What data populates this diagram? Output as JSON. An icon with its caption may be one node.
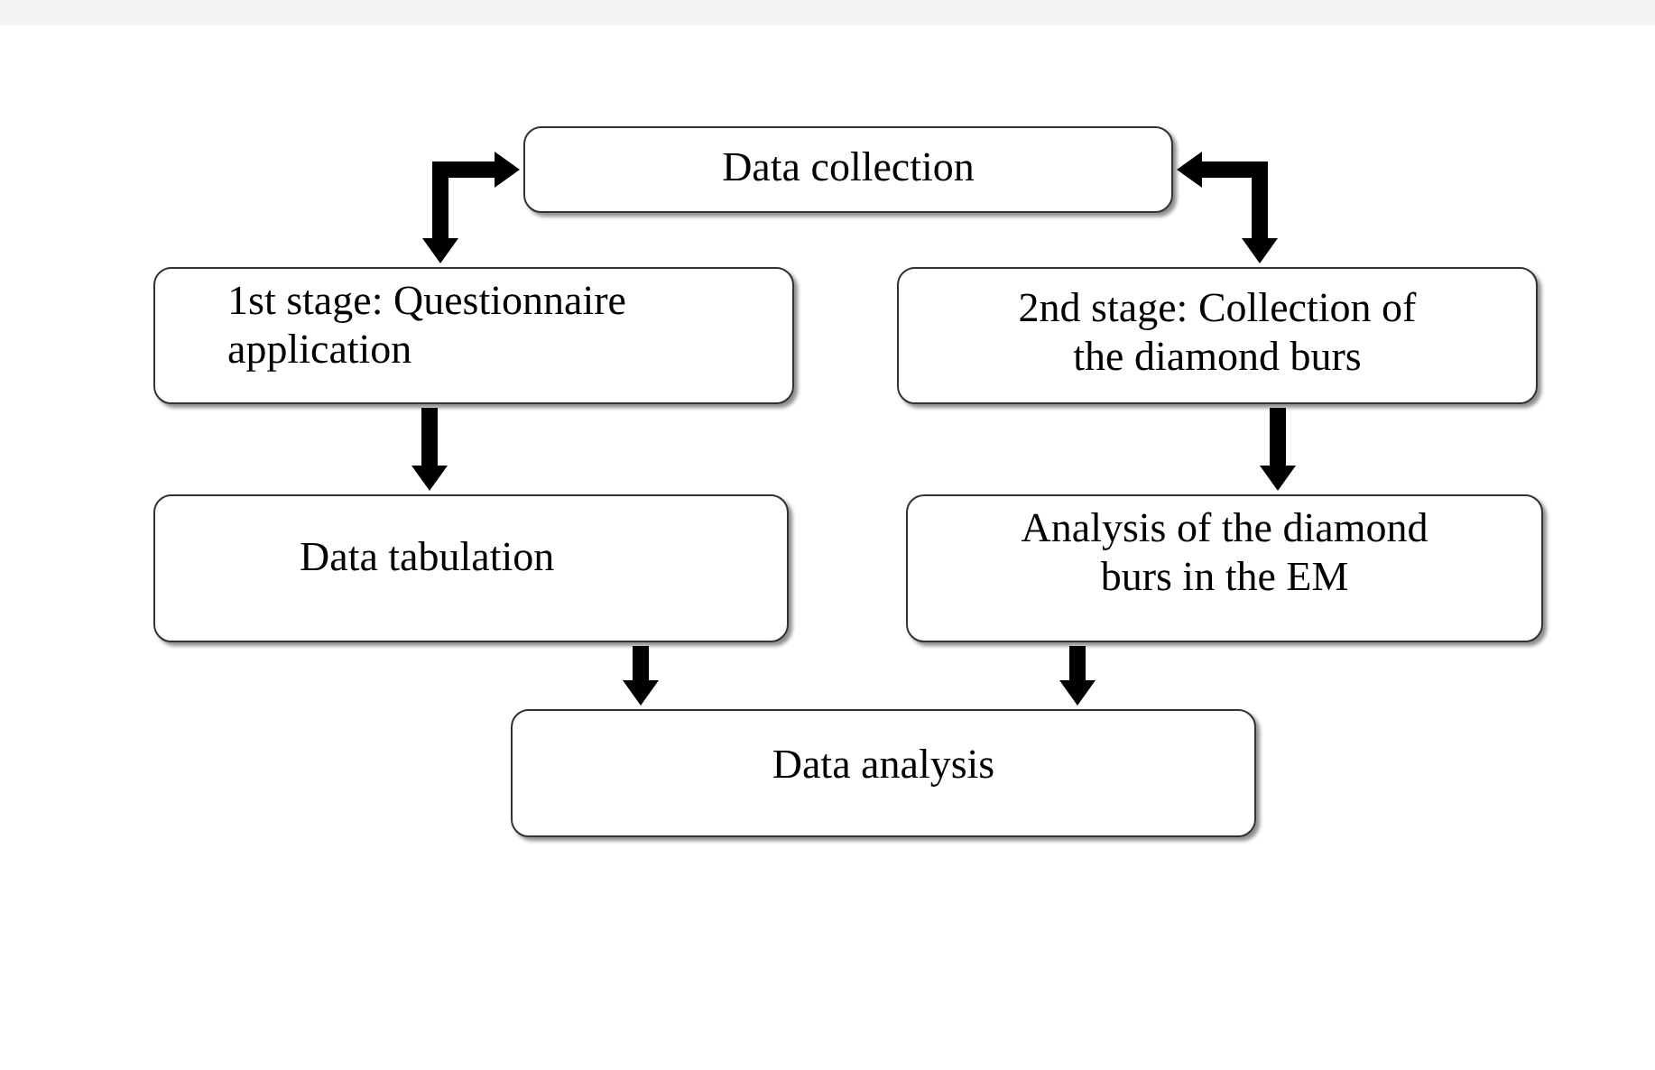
{
  "diagram": {
    "nodes": [
      {
        "text": [
          "Data collection"
        ]
      },
      {
        "text": [
          "1st stage: Questionnaire application"
        ]
      },
      {
        "text": [
          "2nd stage: Collection of the diamond burs"
        ]
      },
      {
        "text": [
          "Data tabulation"
        ]
      },
      {
        "text": [
          "Analysis of the diamond burs in the EM"
        ]
      },
      {
        "text": [
          "Data analysis"
        ]
      }
    ],
    "edges": [
      {
        "from": 0,
        "to": 1,
        "arrow": "both"
      },
      {
        "from": 0,
        "to": 2,
        "arrow": "both"
      },
      {
        "from": 1,
        "to": 3,
        "arrow": "to"
      },
      {
        "from": 2,
        "to": 4,
        "arrow": "to"
      },
      {
        "from": 3,
        "to": 5,
        "arrow": "to"
      },
      {
        "from": 4,
        "to": 5,
        "arrow": "to"
      }
    ]
  }
}
